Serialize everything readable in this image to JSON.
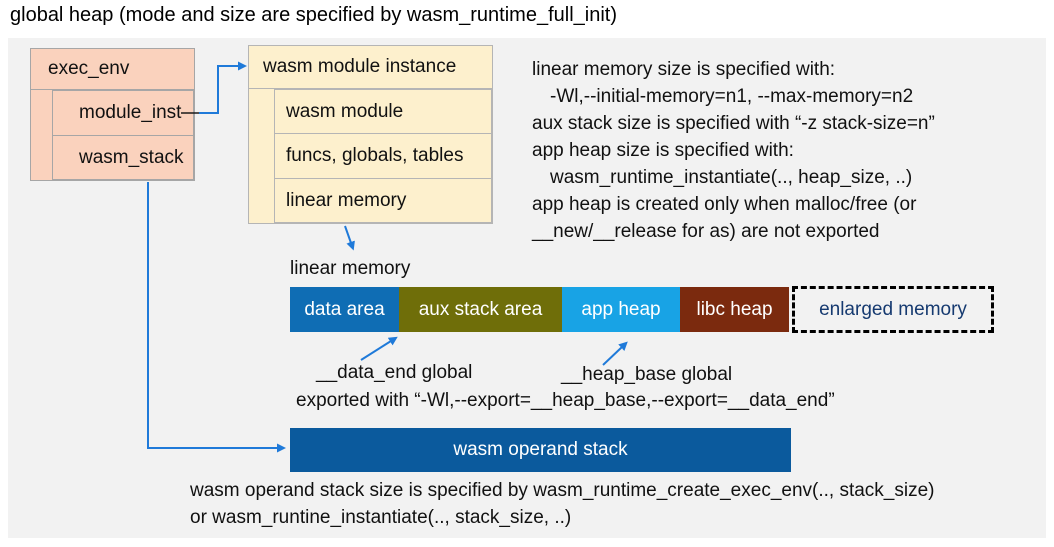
{
  "title": "global heap (mode and size are specified by wasm_runtime_full_init)",
  "exec_env": {
    "title": "exec_env",
    "fields": [
      "module_inst",
      "wasm_stack"
    ]
  },
  "module_instance": {
    "title": "wasm module instance",
    "fields": [
      "wasm module",
      "funcs, globals, tables",
      "linear memory"
    ]
  },
  "notes": {
    "lines": [
      "linear memory size is specified with:",
      "-Wl,--initial-memory=n1, --max-memory=n2",
      "aux stack size is specified with “-z stack-size=n”",
      "app heap size is specified with:",
      "wasm_runtime_instantiate(.., heap_size, ..)",
      "app heap is created only when malloc/free (or",
      "__new/__release for as) are not exported"
    ]
  },
  "linear_memory": {
    "label": "linear memory",
    "segments": [
      {
        "label": "data area",
        "color": "#0f6db4"
      },
      {
        "label": "aux stack area",
        "color": "#6f6e09"
      },
      {
        "label": "app heap",
        "color": "#18a3e5"
      },
      {
        "label": "libc heap",
        "color": "#7b2a0e"
      },
      {
        "label": "enlarged memory",
        "color": "dashed-outline",
        "text_color": "#163a70"
      }
    ]
  },
  "annotations": {
    "data_end_label": "__data_end global",
    "heap_base_label": "__heap_base global",
    "export_note": "exported with “-Wl,--export=__heap_base,--export=__data_end”"
  },
  "operand_stack": {
    "label": "wasm operand stack",
    "notes": [
      "wasm operand stack size is specified by wasm_runtime_create_exec_env(.., stack_size)",
      "or wasm_runtine_instantiate(.., stack_size, ..)"
    ]
  },
  "colors": {
    "panel_bg": "#f2f2f2",
    "exec_env_fill": "#fad2bd",
    "exec_env_border": "#a6a6a6",
    "instance_fill": "#fdf0cd",
    "instance_border": "#b5b5b5",
    "data_area": "#0f6db4",
    "aux_stack_area": "#6f6e09",
    "app_heap": "#18a3e5",
    "libc_heap": "#7b2a0e",
    "operand_stack": "#0b5a9d",
    "arrow": "#1f7ad9",
    "enlarged_memory_text": "#163a70"
  }
}
